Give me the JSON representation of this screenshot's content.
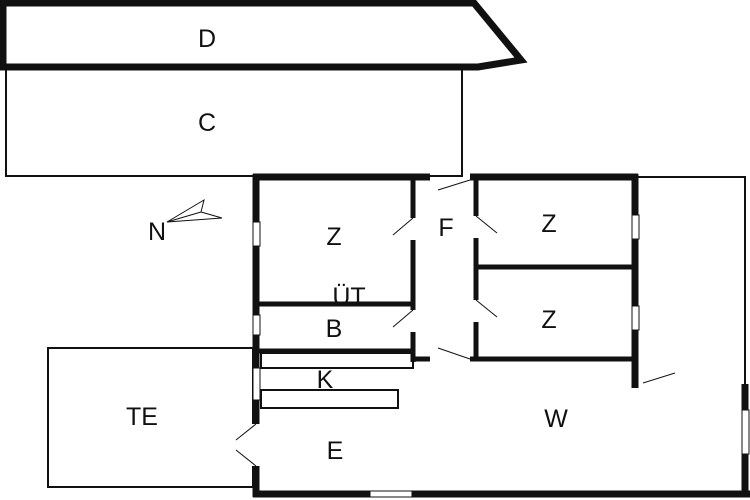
{
  "floorplan": {
    "rooms": {
      "d": "D",
      "c": "C",
      "z1": "Z",
      "f": "F",
      "z2": "Z",
      "z3": "Z",
      "ut": "ÜT",
      "b": "B",
      "k": "K",
      "te": "TE",
      "w": "W",
      "e": "E"
    },
    "compass": "N",
    "colors": {
      "wall": "#111111",
      "background": "#ffffff"
    }
  }
}
